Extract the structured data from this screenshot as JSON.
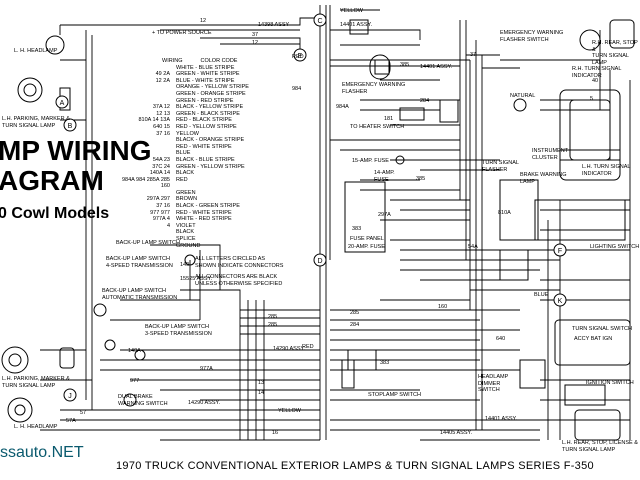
{
  "title_line1": "MP WIRING",
  "title_line2": "AGRAM",
  "subtitle": "0 Cowl Models",
  "watermark": "ssauto.NET",
  "caption": "1970 TRUCK CONVENTIONAL EXTERIOR LAMPS & TURN SIGNAL LAMPS SERIES F-350",
  "wiring_code": {
    "header_wiring": "WIRING",
    "header_color": "COLOR  CODE",
    "rows": [
      {
        "num": "",
        "color": "WHITE - BLUE STRIPE"
      },
      {
        "num": "49 2A",
        "color": "GREEN - WHITE STRIPE"
      },
      {
        "num": "12 2A",
        "color": "BLUE - WHITE STRIPE"
      },
      {
        "num": "",
        "color": "ORANGE - YELLOW STRIPE"
      },
      {
        "num": "",
        "color": "GREEN - ORANGE STRIPE"
      },
      {
        "num": "",
        "color": "GREEN - RED STRIPE"
      },
      {
        "num": "37A 12",
        "color": "BLACK - YELLOW STRIPE"
      },
      {
        "num": "12 13",
        "color": "GREEN - BLACK STRIPE"
      },
      {
        "num": "810A 14 13A",
        "color": "RED - BLACK STRIPE"
      },
      {
        "num": "640 15",
        "color": "RED - YELLOW STRIPE"
      },
      {
        "num": "37 16",
        "color": "YELLOW"
      },
      {
        "num": "",
        "color": "BLACK - ORANGE STRIPE"
      },
      {
        "num": "",
        "color": "RED - WHITE STRIPE"
      },
      {
        "num": "",
        "color": "BLUE"
      },
      {
        "num": "54A 23",
        "color": "BLACK - BLUE STRIPE"
      },
      {
        "num": "37C 24",
        "color": "GREEN - YELLOW STRIPE"
      },
      {
        "num": "140A 14",
        "color": "BLACK"
      },
      {
        "num": "984A 984 285A 285 160",
        "color": "RED"
      },
      {
        "num": "",
        "color": "GREEN"
      },
      {
        "num": "297A 297",
        "color": "BROWN"
      },
      {
        "num": "37 16",
        "color": "BLACK - GREEN STRIPE"
      },
      {
        "num": "977 977",
        "color": "RED - WHITE STRIPE"
      },
      {
        "num": "977A 4",
        "color": "WHITE - RED STRIPE"
      },
      {
        "num": "4",
        "color": "VIOLET"
      },
      {
        "num": "",
        "color": "BLACK"
      },
      {
        "num": "",
        "color": "SPLICE"
      },
      {
        "num": "",
        "color": "GROUND"
      }
    ]
  },
  "notes": [
    "ALL LETTERS CIRCLED AS",
    "SHOWN INDICATE CONNECTORS",
    "ALL CONNECTORS ARE BLACK",
    "UNLESS OTHERWISE SPECIFIED"
  ],
  "labels": {
    "lh_headlamp_top": "L. H. HEADLAMP",
    "lh_headlamp_bottom": "L. H. HEADLAMP",
    "lh_parking_top": "L.H. PARKING, MARKER &",
    "lh_parking_top2": "TURN SIGNAL LAMP",
    "lh_parking_bottom": "L.H. PARKING, MARKER &",
    "lh_parking_bottom2": "TURN SIGNAL LAMP",
    "to_power_source": "+ TO POWER SOURCE",
    "assy_14398": "14398 ASSY",
    "assy_14401_top": "14401 ASSY.",
    "assy_15525": "15525 ASSY.",
    "assy_14290_a": "14290 ASSY.",
    "assy_14290_b": "14290 ASSY.",
    "assy_14401_mid": "14401 ASSY.",
    "assy_14401_bot": "14401 ASSY.",
    "assy_14405": "14405 ASSY.",
    "backup_4speed": "BACK-UP LAMP SWITCH",
    "backup_4speed2": "4-SPEED TRANSMISSION",
    "backup_auto": "BACK-UP LAMP SWITCH",
    "backup_auto2": "AUTOMATIC TRANSMISSION",
    "backup_3speed": "BACK-UP LAMP SWITCH",
    "backup_3speed2": "3-SPEED TRANSMISSION",
    "dual_brake": "DUAL BRAKE",
    "dual_brake2": "WARNING SWITCH",
    "emergency_flasher": "EMERGENCY WARNING",
    "emergency_flasher2": "FLASHER",
    "emergency_flasher_sw": "EMERGENCY WARNING",
    "emergency_flasher_sw2": "FLASHER SWITCH",
    "to_heater": "TO HEATER SWITCH",
    "fuse_15": "15-AMP. FUSE",
    "fuse_14": "14-AMP.",
    "fuse_14b": "FUSE",
    "fuse_panel": "FUSE PANEL",
    "fuse_20": "20-AMP. FUSE",
    "turn_flasher": "TURN SIGNAL",
    "turn_flasher2": "FLASHER",
    "brake_warning": "BRAKE WARNING",
    "brake_warning2": "LAMP",
    "rh_turn_indicator": "R.H. TURN SIGNAL",
    "rh_turn_indicator2": "INDICATOR",
    "natural": "NATURAL",
    "instrument": "INSTRUMENT",
    "instrument2": "CLUSTER",
    "lh_turn_indicator": "L.H. TURN SIGNAL",
    "lh_turn_indicator2": "INDICATOR",
    "lighting_switch": "LIGHTING SWITCH",
    "turn_signal_switch": "TURN SIGNAL SWITCH",
    "ignition_switch": "IGNITION SWITCH",
    "headlamp_dimmer": "HEADLAMP",
    "headlamp_dimmer2": "DIMMER",
    "headlamp_dimmer3": "SWITCH",
    "stoplamp_switch": "STOPLAMP SWITCH",
    "rh_rear_stop": "R.H. REAR, STOP &",
    "rh_rear_stop2": "TURN SIGNAL LAMP",
    "lh_rear_stop": "L.H. REAR, STOP, LICENSE &",
    "lh_rear_stop2": "TURN SIGNAL LAMP",
    "yellow_top": "YELLOW",
    "yellow_bot": "YELLOW",
    "red_a": "RED",
    "red_b": "RED",
    "blue_a": "BLUE",
    "accy_box": "ACCY BAT IGN",
    "n_12a": "12",
    "n_37a": "37",
    "n_12b": "12",
    "n_984": "984",
    "n_385a": "385",
    "n_284": "284",
    "n_285a": "285",
    "n_285b": "285",
    "n_285c": "285",
    "n_284b": "284",
    "n_140a": "140A",
    "n_140b": "140",
    "n_977a": "977A",
    "n_977b": "977",
    "n_57a": "57A",
    "n_57b": "57",
    "n_13": "13",
    "n_14": "14",
    "n_16": "16",
    "n_385b": "385",
    "n_383": "383",
    "n_810a": "810A",
    "n_297a": "297A",
    "n_37b": "37",
    "n_54a": "54A",
    "n_160": "160",
    "n_640": "640",
    "n_383b": "383",
    "n_984a": "984A",
    "n_181": "181",
    "n_5": "5",
    "n_40": "40"
  }
}
